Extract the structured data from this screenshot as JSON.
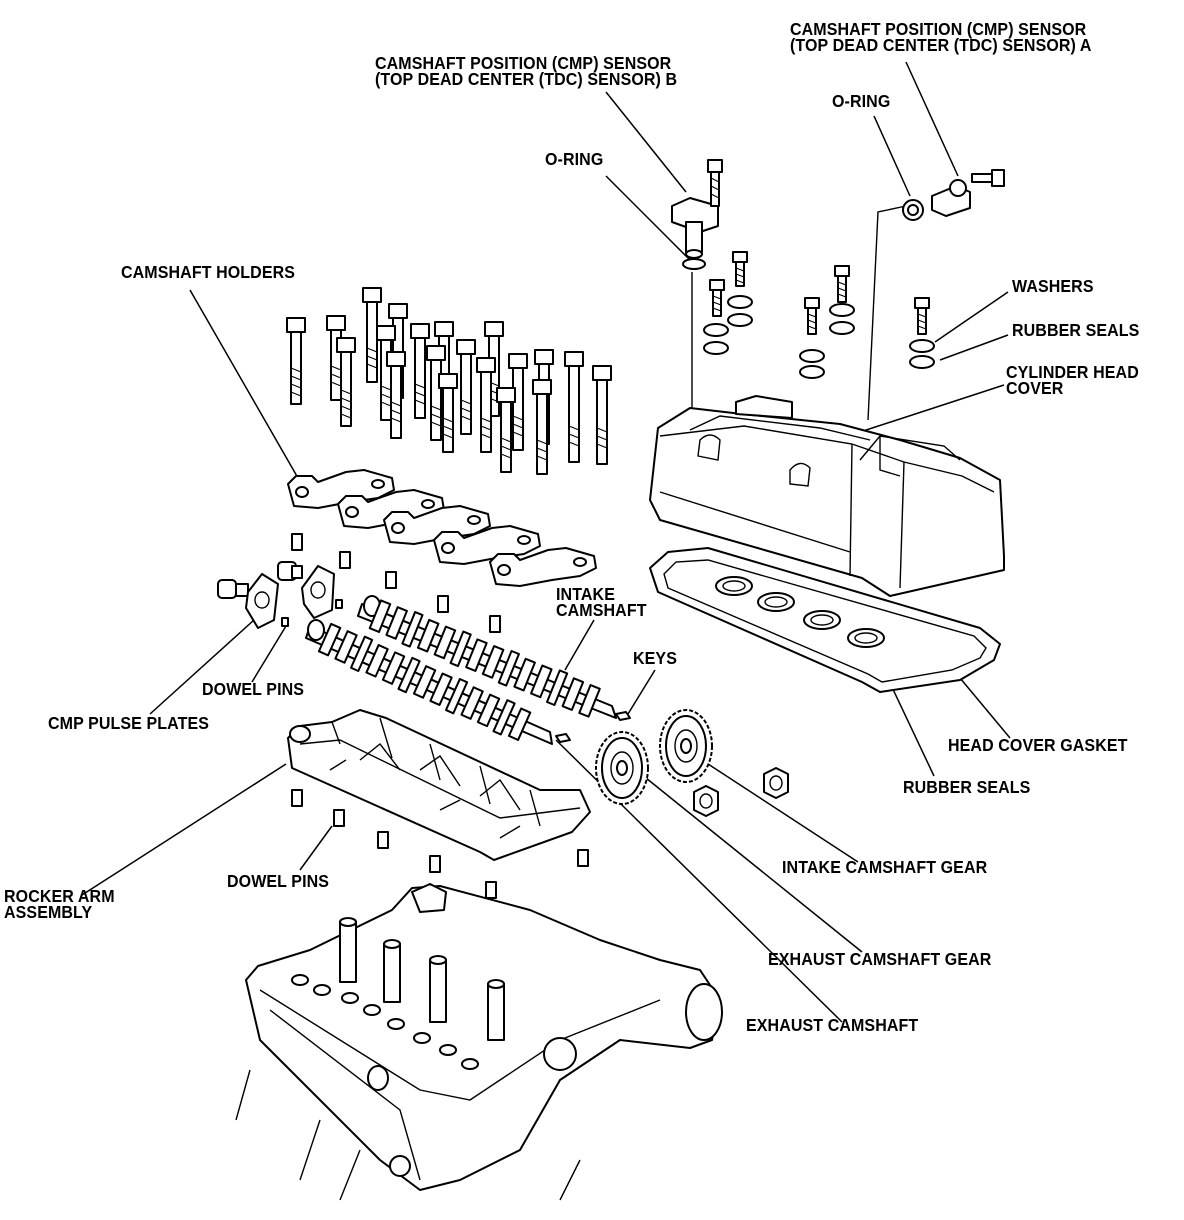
{
  "labels": {
    "cmp_sensor_a": [
      "CAMSHAFT POSITION (CMP) SENSOR",
      "(TOP DEAD CENTER (TDC) SENSOR) A"
    ],
    "cmp_sensor_b": [
      "CAMSHAFT POSITION (CMP) SENSOR",
      "(TOP DEAD CENTER (TDC) SENSOR) B"
    ],
    "o_ring_a": "O-RING",
    "o_ring_b": "O-RING",
    "camshaft_holders": "CAMSHAFT HOLDERS",
    "washers": "WASHERS",
    "rubber_seals_top": "RUBBER SEALS",
    "cylinder_head_cover": [
      "CYLINDER HEAD",
      "COVER"
    ],
    "intake_camshaft": [
      "INTAKE",
      "CAMSHAFT"
    ],
    "keys": "KEYS",
    "dowel_pins_upper": "DOWEL PINS",
    "cmp_pulse_plates": "CMP PULSE PLATES",
    "head_cover_gasket": "HEAD COVER GASKET",
    "rubber_seals_bottom": "RUBBER SEALS",
    "intake_camshaft_gear": "INTAKE CAMSHAFT GEAR",
    "rocker_arm_assembly": [
      "ROCKER ARM",
      "ASSEMBLY"
    ],
    "dowel_pins_lower": "DOWEL PINS",
    "exhaust_camshaft_gear": "EXHAUST CAMSHAFT GEAR",
    "exhaust_camshaft": "EXHAUST CAMSHAFT"
  }
}
